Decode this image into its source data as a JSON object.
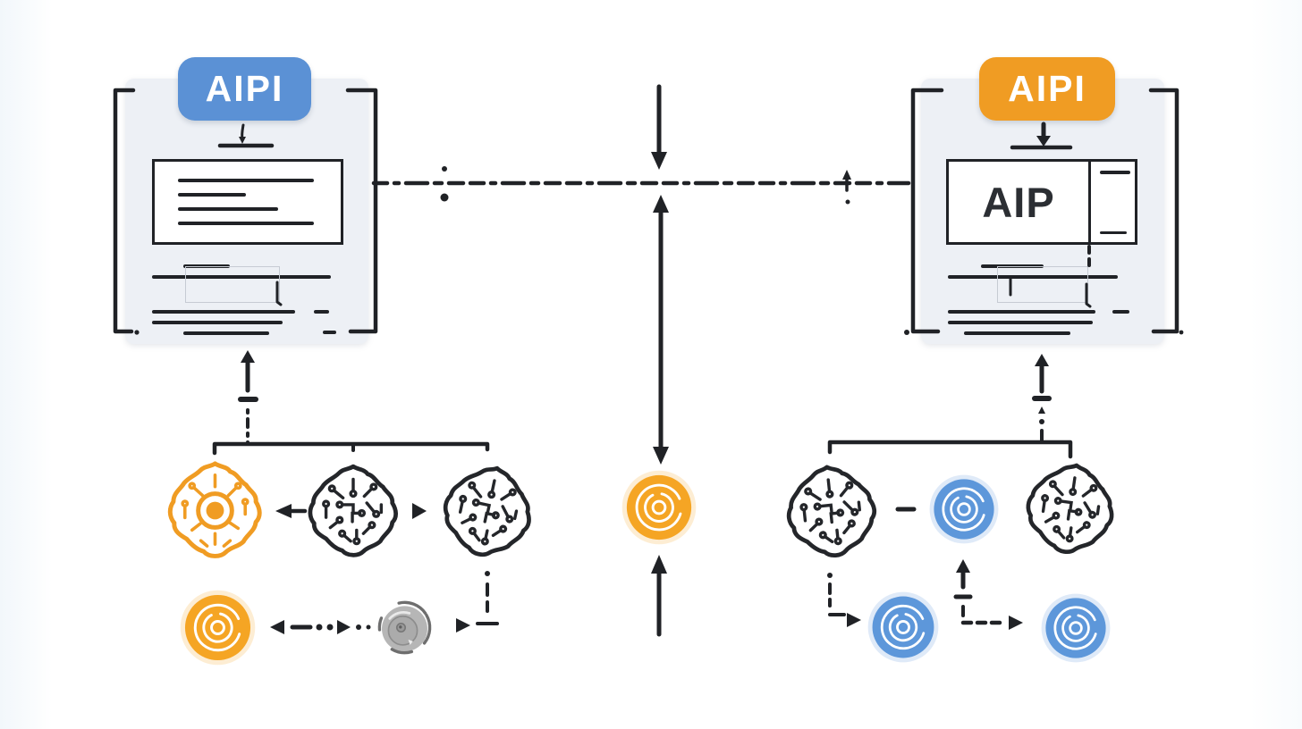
{
  "left_panel": {
    "badge_label": "AIPI"
  },
  "right_panel": {
    "badge_label": "AIPI",
    "document_title": "AIP"
  },
  "colors": {
    "ink": "#202226",
    "card_bg": "#edf0f5",
    "accent_blue": "#5b91d5",
    "accent_orange": "#f09c23",
    "target_blue": "#5d97da",
    "target_orange": "#f5a524",
    "gray_icon": "#b0b0b0",
    "faint_outline": "#c6cbd3",
    "doc_text": "#2b2e33",
    "background": "#ffffff"
  },
  "icons": {
    "center": [
      "arrow-down-icon",
      "target-circle-icon",
      "arrow-up-icon"
    ],
    "left_cluster": [
      "circuit-brain-core-icon",
      "circuit-brain-icon",
      "circuit-brain-icon",
      "target-circle-icon",
      "gear-circle-icon"
    ],
    "right_cluster": [
      "circuit-brain-icon",
      "target-circle-icon",
      "circuit-brain-icon",
      "target-circle-icon",
      "target-circle-icon"
    ]
  }
}
